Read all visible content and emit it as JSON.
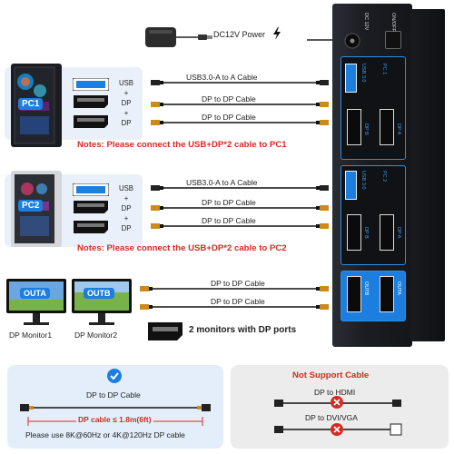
{
  "power": {
    "label": "DC12V Power"
  },
  "pc1": {
    "label": "PC1",
    "usb_dp_label": "USB\n+\nDP\n+\nDP",
    "cables": [
      "USB3.0-A to A Cable",
      "DP to DP Cable",
      "DP to DP Cable"
    ],
    "note": "Notes: Please connect the USB+DP*2 cable to PC1"
  },
  "pc2": {
    "label": "PC2",
    "usb_dp_label": "USB\n+\nDP\n+\nDP",
    "cables": [
      "USB3.0-A to A Cable",
      "DP to DP Cable",
      "DP to DP Cable"
    ],
    "note": "Notes: Please connect the USB+DP*2 cable to PC2"
  },
  "monitors": {
    "a_label": "OUTA",
    "b_label": "OUTB",
    "a_name": "DP Monitor1",
    "b_name": "DP Monitor2",
    "cables": [
      "DP to DP Cable",
      "DP to DP Cable"
    ],
    "note": "2 monitors with DP ports"
  },
  "kvm": {
    "on_off": "ON/OFF",
    "dc": "DC 12V",
    "usb3_0": "USB 3.0",
    "pc1": "PC 1",
    "pc2": "PC 2",
    "dp_b": "DP B",
    "dp_a": "DP A",
    "outb": "OUTB",
    "outa": "OUTA"
  },
  "support": {
    "title": "DP to DP Cable",
    "length": "DP cable ≤ 1.8m(6ft)",
    "recommend": "Please use 8K@60Hz or 4K@120Hz DP cable"
  },
  "not_support": {
    "title": "Not Support Cable",
    "items": [
      "DP to HDMI",
      "DP to DVI/VGA"
    ]
  },
  "colors": {
    "accent_blue": "#1c7fe0",
    "note_red": "#d62a20",
    "panel_bg": "#eaf0fa"
  }
}
